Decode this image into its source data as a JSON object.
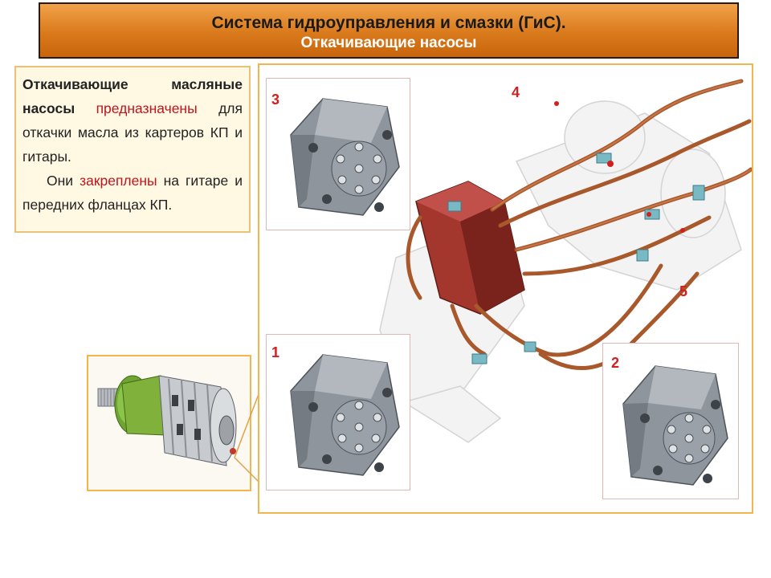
{
  "header": {
    "title": "Система гидроуправления и смазки (ГиС).",
    "subtitle": "Откачивающие насосы"
  },
  "description": {
    "p1_bold": "Откачивающие масляные насосы",
    "p1_red": "предназначены",
    "p1_rest": "для откачки масла из картеров КП и гитары.",
    "p2_start": "Они",
    "p2_red": "закреплены",
    "p2_rest": "на гитаре и передних фланцах КП."
  },
  "labels": {
    "inset_top": "3",
    "inset_bottom_left": "1",
    "inset_bottom_right": "2",
    "callout_4": "4",
    "callout_5": "5"
  },
  "colors": {
    "accent_orange": "#d97a1c",
    "frame": "#f3b64f",
    "highlight_red": "#c0141c",
    "pipe_copper": "#a8582b",
    "housing_red": "#9a3027",
    "pump_gray": "#8e959d",
    "gear_green": "#7fb13b"
  }
}
